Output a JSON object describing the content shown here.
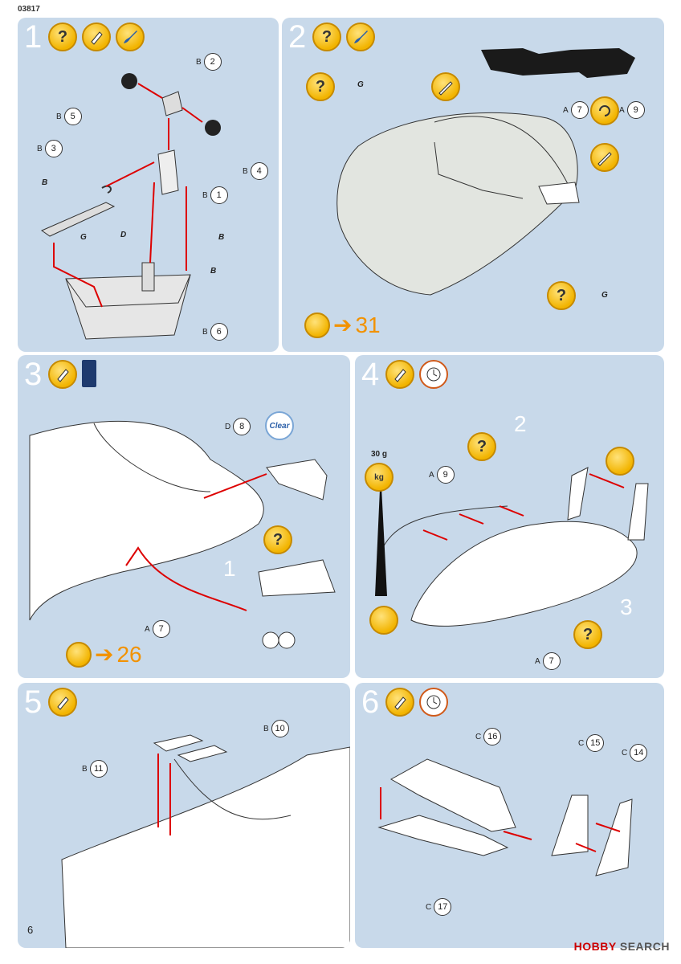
{
  "header": {
    "doc_code": "03817"
  },
  "footer": {
    "page_number": "6",
    "watermark_brand": "HOBBY",
    "watermark_rest": " SEARCH"
  },
  "steps": [
    {
      "number": "1",
      "icons": [
        "question-icon",
        "glue-icon",
        "paint-brush-icon"
      ],
      "refs": [
        {
          "src": "B",
          "n": "2"
        },
        {
          "src": "B",
          "n": "5"
        },
        {
          "src": "B",
          "n": "4"
        },
        {
          "src": "B",
          "n": "3"
        },
        {
          "src": "B",
          "n": "1"
        },
        {
          "src": "B",
          "n": "6"
        }
      ],
      "flags": [
        "B",
        "D",
        "G",
        "B",
        "B"
      ]
    },
    {
      "number": "2",
      "icons": [
        "question-icon",
        "paint-brush-icon"
      ],
      "refs": [
        {
          "src": "A",
          "n": "7"
        },
        {
          "src": "A",
          "n": "9"
        }
      ],
      "flags": [
        "G",
        "G"
      ],
      "goto": "31"
    },
    {
      "number": "3",
      "icons": [
        "glue-icon",
        "clear-paint-icon"
      ],
      "refs": [
        {
          "src": "D",
          "n": "8"
        },
        {
          "src": "A",
          "n": "7"
        }
      ],
      "clear_label": "Clear",
      "label_1": "1",
      "goto": "26"
    },
    {
      "number": "4",
      "icons": [
        "glue-icon",
        "clock-icon"
      ],
      "refs": [
        {
          "src": "A",
          "n": "9"
        },
        {
          "src": "A",
          "n": "7"
        }
      ],
      "weight": "30 g",
      "kg": "kg",
      "label_2": "2",
      "label_3": "3"
    },
    {
      "number": "5",
      "icons": [
        "glue-icon"
      ],
      "refs": [
        {
          "src": "B",
          "n": "10"
        },
        {
          "src": "B",
          "n": "11"
        }
      ]
    },
    {
      "number": "6",
      "icons": [
        "glue-icon",
        "clock-icon"
      ],
      "refs": [
        {
          "src": "C",
          "n": "16"
        },
        {
          "src": "C",
          "n": "15"
        },
        {
          "src": "C",
          "n": "14"
        },
        {
          "src": "C",
          "n": "17"
        }
      ]
    }
  ]
}
